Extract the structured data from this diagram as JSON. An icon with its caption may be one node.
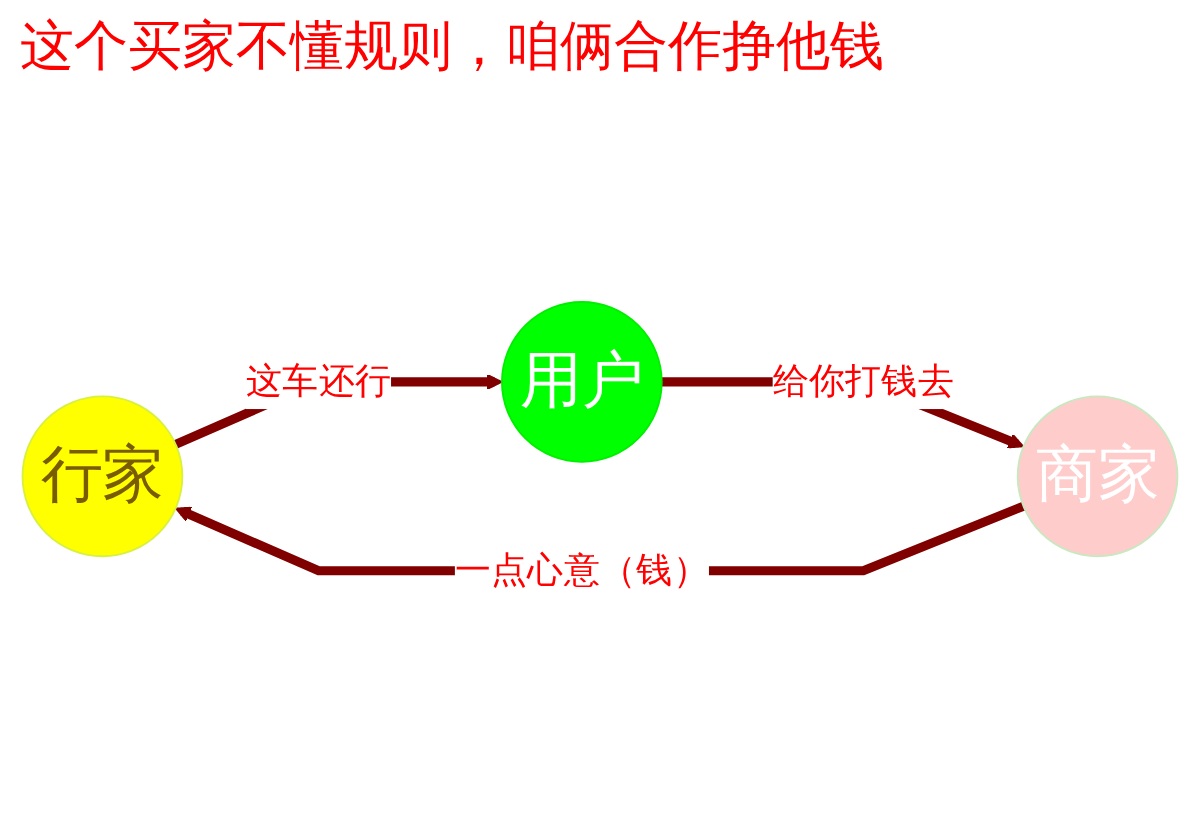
{
  "diagram": {
    "title": "这个买家不懂规则，咱俩合作挣他钱",
    "nodes": [
      {
        "text": [
          "行家"
        ]
      },
      {
        "text": [
          "用户"
        ]
      },
      {
        "text": [
          "商家"
        ]
      }
    ],
    "edges": [
      {
        "from": 0,
        "to": 1,
        "arrow": "to",
        "label": "这车还行"
      },
      {
        "from": 1,
        "to": 2,
        "arrow": "to",
        "label": "给你打钱去"
      },
      {
        "from": 2,
        "to": 0,
        "arrow": "to",
        "label": "一点心意（钱）"
      }
    ]
  }
}
